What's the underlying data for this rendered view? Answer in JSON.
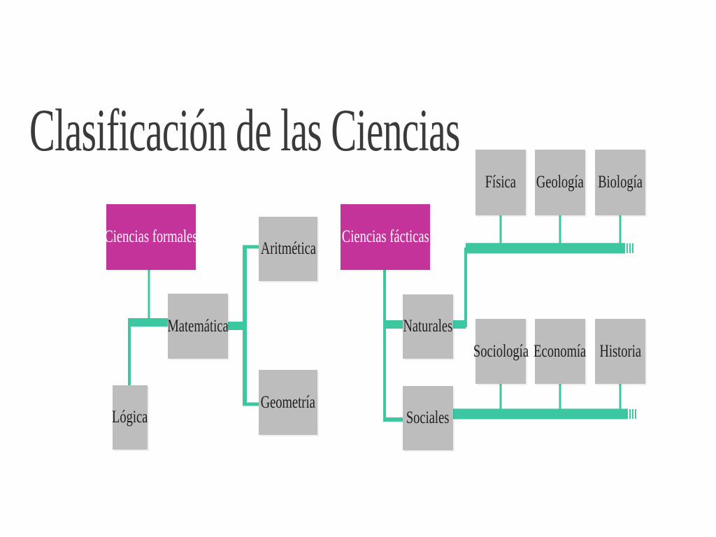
{
  "title": "Clasificación de las Ciencias",
  "colors": {
    "connector": "#3cc7a0",
    "category_box": "#c4339a",
    "node_box": "#bdbdbd",
    "title_text": "#3a3a3a"
  },
  "formal": {
    "root": "Ciencias formales",
    "matematica": "Matemática",
    "logica": "Lógica",
    "aritmetica": "Aritmética",
    "geometria": "Geometría"
  },
  "facticas": {
    "root": "Ciencias fácticas",
    "naturales": "Naturales",
    "sociales": "Sociales",
    "naturales_children": [
      "Física",
      "Geología",
      "Biología"
    ],
    "sociales_children": [
      "Sociología",
      "Economía",
      "Historia"
    ]
  }
}
